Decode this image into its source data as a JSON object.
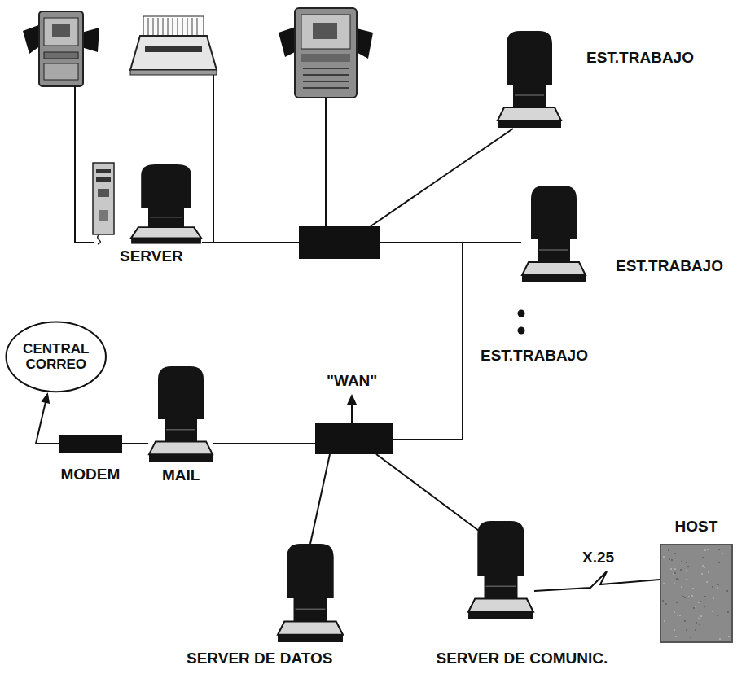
{
  "diagram": {
    "nodes": [
      {
        "text": [
          "SERVER"
        ]
      },
      {
        "text": [
          "EST.TRABAJO"
        ]
      },
      {
        "text": [
          "EST.TRABAJO"
        ]
      },
      {
        "text": [
          "CENTRAL CORREO"
        ]
      },
      {
        "text": [
          "MODEM"
        ]
      },
      {
        "text": [
          "MAIL"
        ]
      },
      {
        "text": [
          "SERVER DE DATOS"
        ]
      },
      {
        "text": [
          "SERVER DE COMUNIC."
        ]
      },
      {
        "text": [
          "HOST"
        ]
      }
    ],
    "edges": [
      {
        "from": 4,
        "to": 3,
        "arrow": "to"
      },
      {
        "from": 4,
        "to": 5,
        "arrow": "none"
      },
      {
        "from": 7,
        "to": 8,
        "label": "X.25",
        "arrow": "none"
      }
    ],
    "labels": [
      "EST.TRABAJO",
      "\"WAN\""
    ]
  }
}
